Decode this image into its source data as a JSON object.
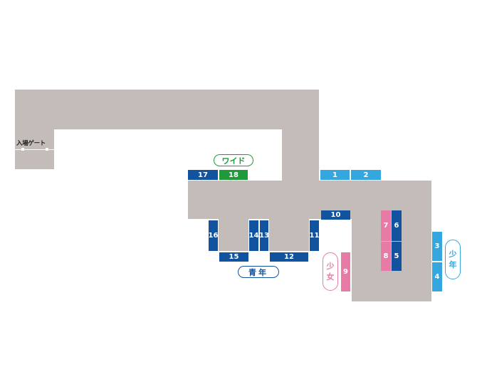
{
  "map": {
    "gate_label": "入場ゲート",
    "zones": {
      "wide": "ワイド",
      "seinen": "青年",
      "shoujo_1": "少",
      "shoujo_2": "女",
      "shounen_1": "少",
      "shounen_2": "年"
    },
    "booths": {
      "b1": "1",
      "b2": "2",
      "b3": "3",
      "b4": "4",
      "b5": "5",
      "b6": "6",
      "b7": "7",
      "b8": "8",
      "b9": "9",
      "b10": "10",
      "b11": "11",
      "b12": "12",
      "b13": "13",
      "b14": "14",
      "b15": "15",
      "b16": "16",
      "b17": "17",
      "b18": "18"
    },
    "colors": {
      "floor": "#c4bcb8",
      "navy": "#1253a0",
      "green": "#1f9a3b",
      "sky": "#35a7df",
      "pink": "#e87aa6"
    }
  }
}
